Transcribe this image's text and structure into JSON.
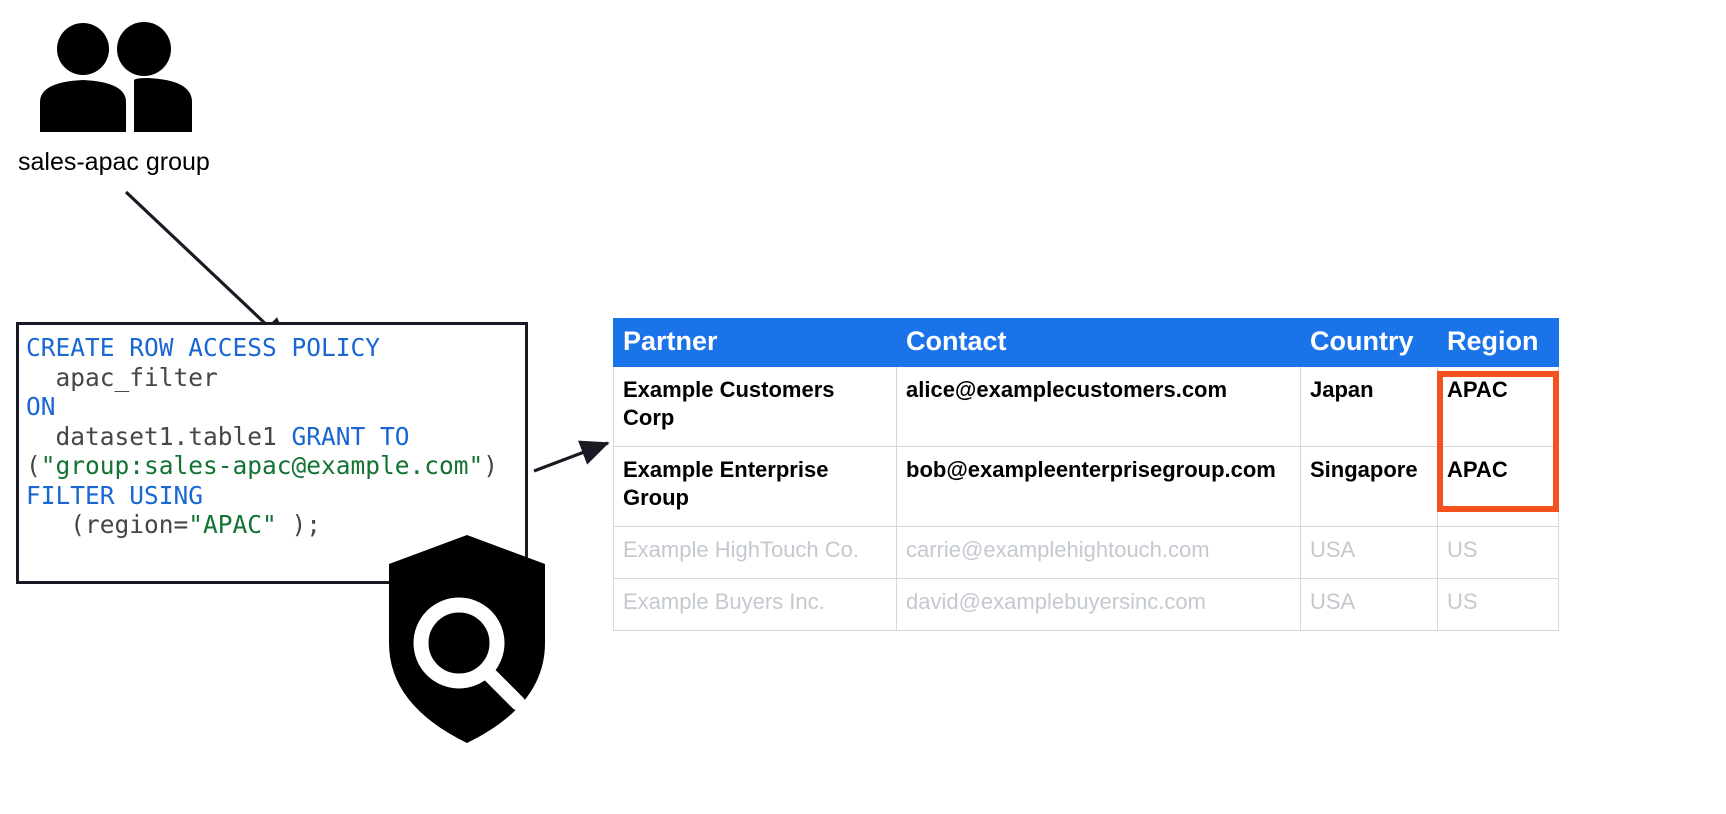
{
  "diagram": {
    "title": "BigQuery row access policy with group-based region filter",
    "accent_blue": "#1a73e8",
    "highlight_red": "#f4511e",
    "muted_gray": "#c4c9cf"
  },
  "group": {
    "icon": "people-group-icon",
    "label": "sales-apac group"
  },
  "shield": {
    "icon": "shield-search-icon"
  },
  "arrows": [
    {
      "name": "arrow-group-to-policy",
      "from": "sales-apac group",
      "to": "row access policy"
    },
    {
      "name": "arrow-policy-to-table",
      "from": "row access policy",
      "to": "partner table"
    }
  ],
  "code": {
    "language": "sql",
    "lines": [
      [
        {
          "t": "CREATE ROW ACCESS POLICY",
          "c": "kw"
        }
      ],
      [
        {
          "t": "  apac_filter",
          "c": "id"
        }
      ],
      [
        {
          "t": "ON",
          "c": "kw"
        }
      ],
      [
        {
          "t": "  dataset1.table1 ",
          "c": "id"
        },
        {
          "t": "GRANT TO",
          "c": "kw"
        }
      ],
      [
        {
          "t": "(",
          "c": "id"
        },
        {
          "t": "\"group:sales-apac@example.com\"",
          "c": "str"
        },
        {
          "t": ")",
          "c": "id"
        }
      ],
      [
        {
          "t": "FILTER USING",
          "c": "kw"
        }
      ],
      [
        {
          "t": "   (region=",
          "c": "id"
        },
        {
          "t": "\"APAC\"",
          "c": "str"
        },
        {
          "t": " );",
          "c": "id"
        }
      ]
    ],
    "plain": "CREATE ROW ACCESS POLICY\n  apac_filter\nON\n  dataset1.table1 GRANT TO\n(\"group:sales-apac@example.com\")\nFILTER USING\n   (region=\"APAC\" );"
  },
  "table": {
    "name": "partner-table",
    "columns": [
      {
        "key": "partner",
        "label": "Partner"
      },
      {
        "key": "contact",
        "label": "Contact"
      },
      {
        "key": "country",
        "label": "Country"
      },
      {
        "key": "region",
        "label": "Region"
      }
    ],
    "rows": [
      {
        "state": "visible",
        "partner": "Example Customers Corp",
        "contact": "alice@examplecustomers.com",
        "country": "Japan",
        "region": "APAC"
      },
      {
        "state": "visible",
        "partner": "Example Enterprise Group",
        "contact": "bob@exampleenterprisegroup.com",
        "country": "Singapore",
        "region": "APAC"
      },
      {
        "state": "filtered",
        "partner": "Example HighTouch Co.",
        "contact": "carrie@examplehightouch.com",
        "country": "USA",
        "region": "US"
      },
      {
        "state": "filtered",
        "partner": "Example Buyers Inc.",
        "contact": "david@examplebuyersinc.com",
        "country": "USA",
        "region": "US"
      }
    ],
    "highlight": {
      "name": "region-apac-highlight",
      "column": "region",
      "rows": [
        0,
        1
      ],
      "color": "#f4511e"
    }
  }
}
